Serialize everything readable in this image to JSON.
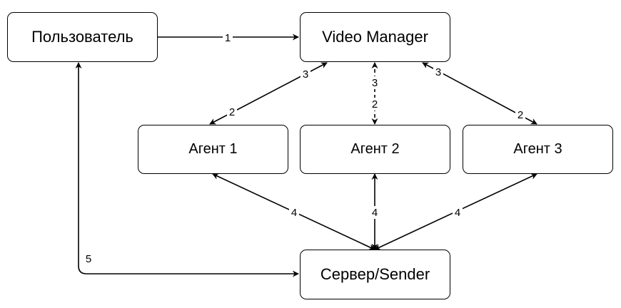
{
  "nodes": {
    "user": "Пользователь",
    "video_manager": "Video Manager",
    "agent1": "Агент 1",
    "agent2": "Агент 2",
    "agent3": "Агент 3",
    "server": "Сервер/Sender"
  },
  "edges": {
    "user_to_vm": "1",
    "vm_agent1_top": "3",
    "vm_agent1_bottom": "2",
    "vm_agent2_top": "3",
    "vm_agent2_bottom": "2",
    "vm_agent3_top": "3",
    "vm_agent3_bottom": "2",
    "agent1_server": "4",
    "agent2_server": "4",
    "agent3_server": "4",
    "server_user": "5"
  },
  "colors": {
    "stroke": "#000000",
    "fill": "#ffffff"
  }
}
